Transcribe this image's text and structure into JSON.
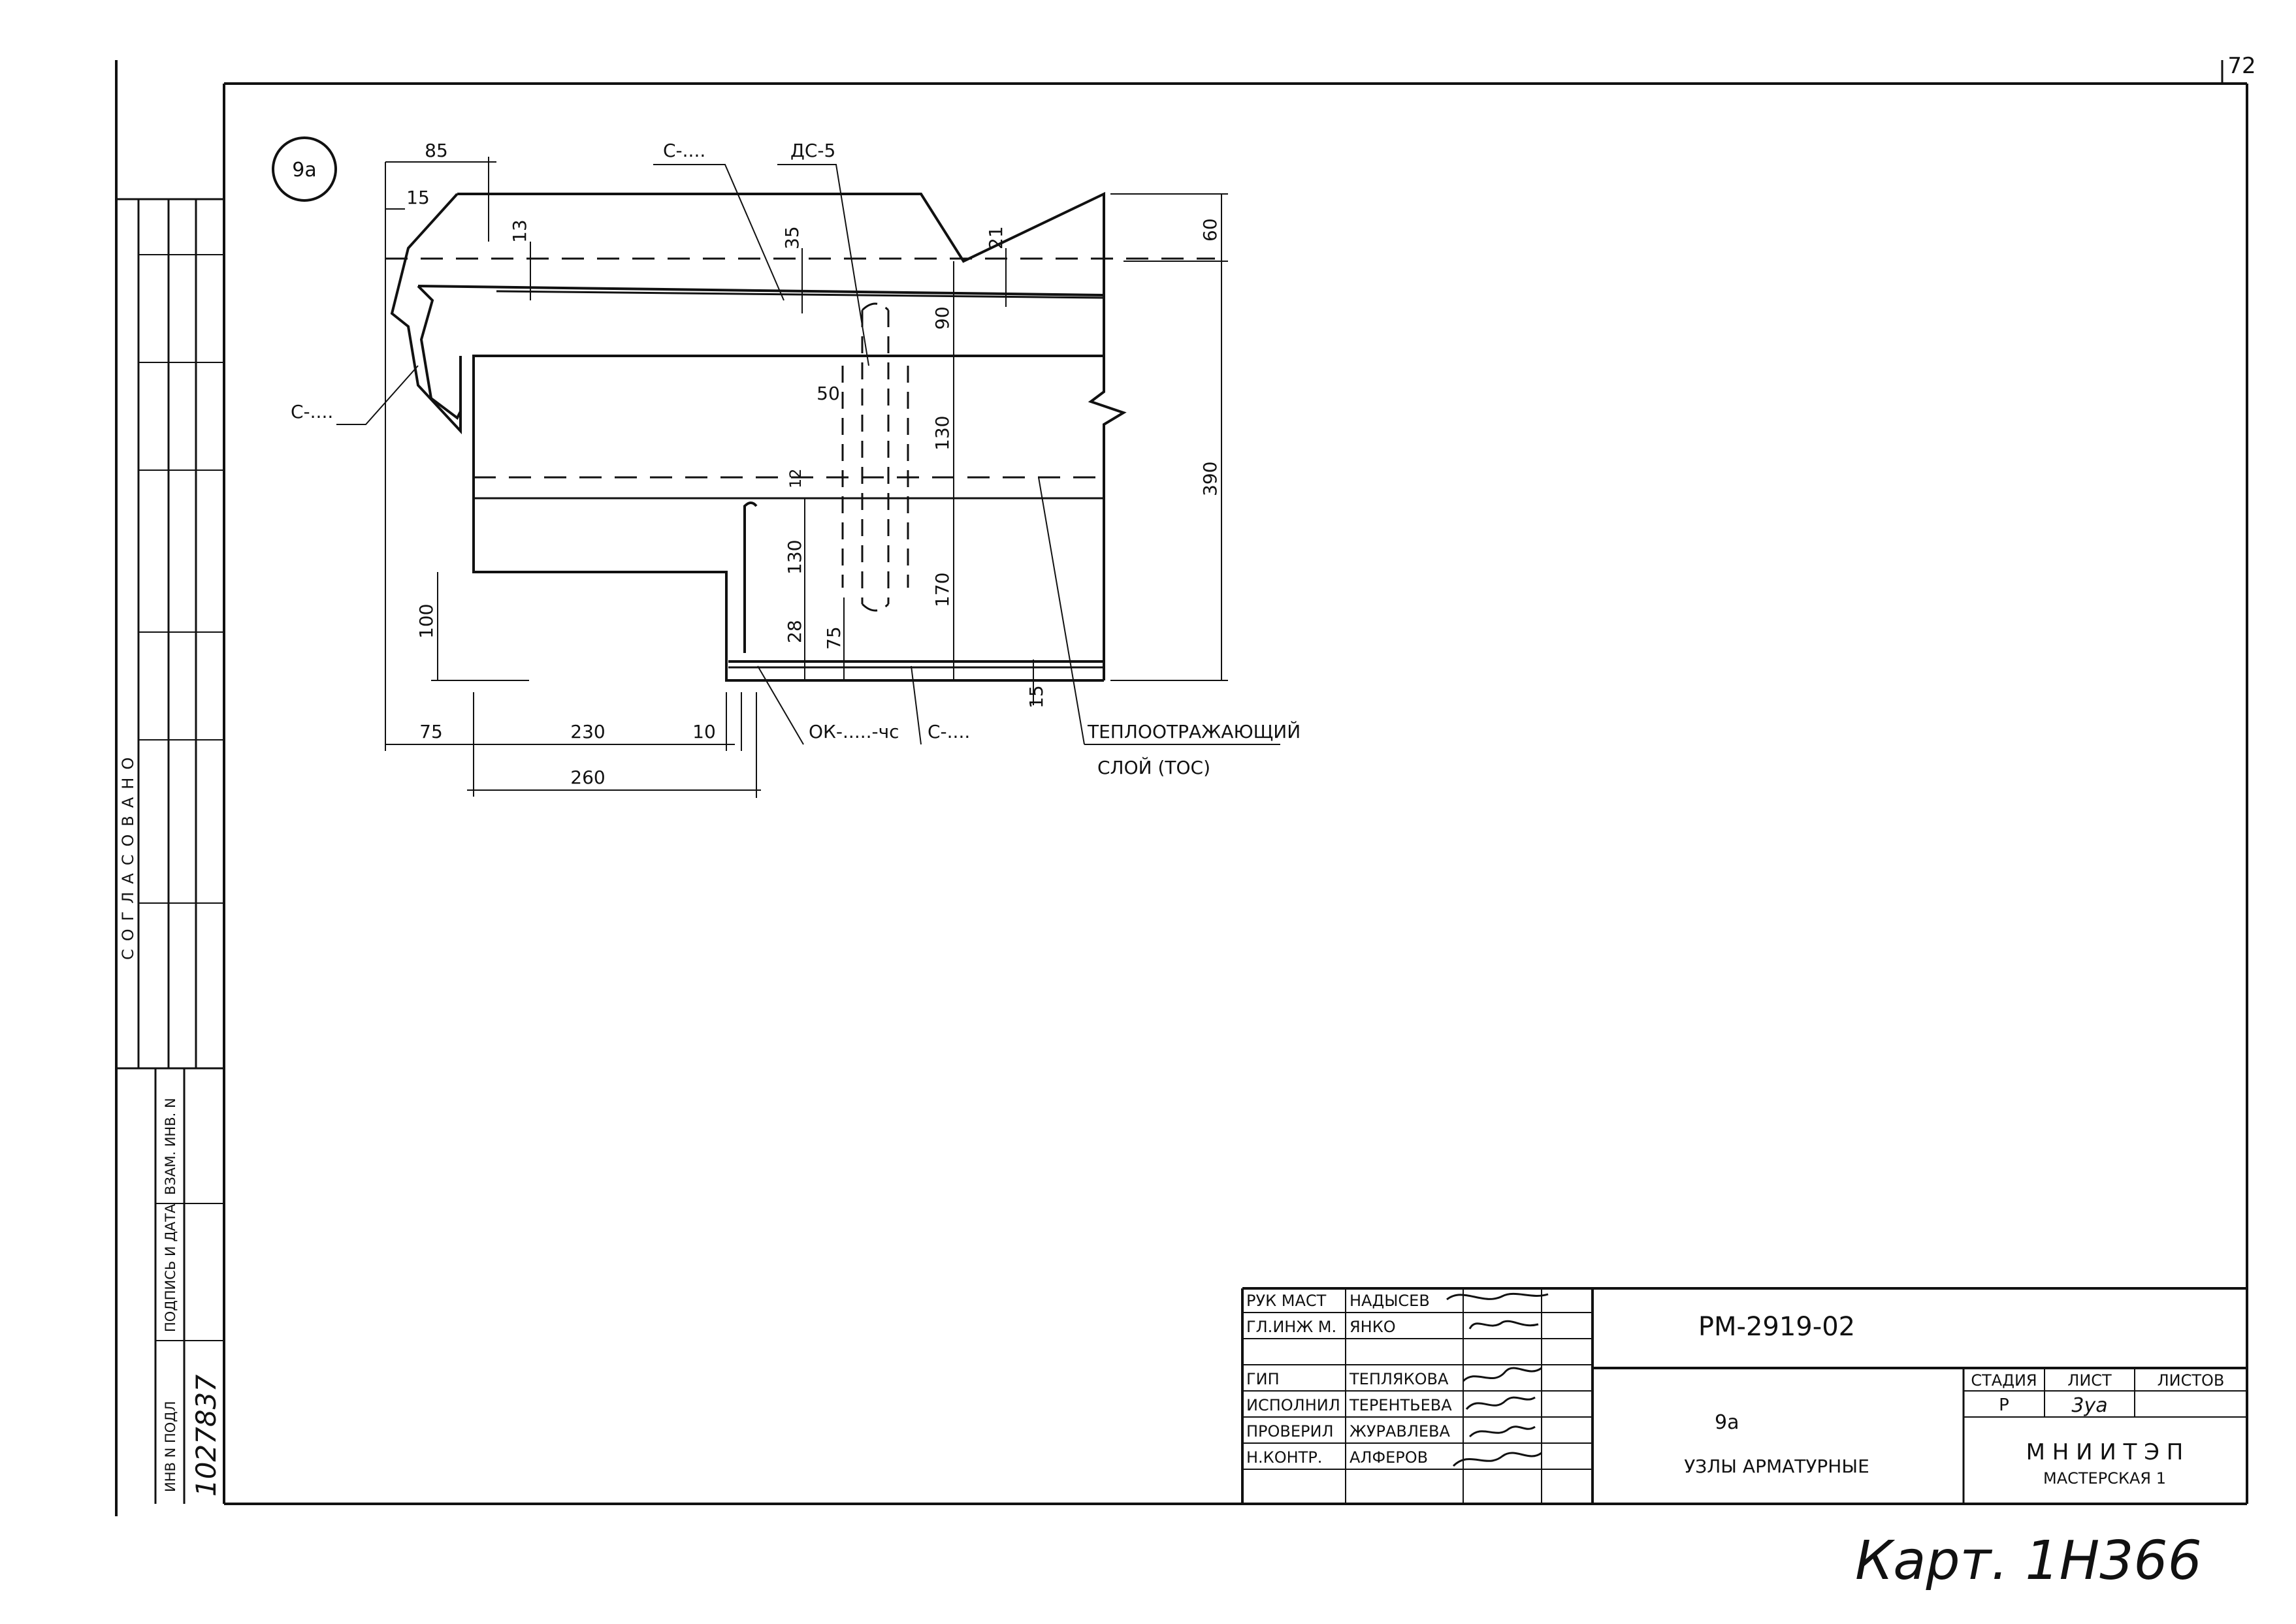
{
  "sheet": {
    "page_number": "72",
    "archive_note": "Карт. 1Н366"
  },
  "left_margin": {
    "approval_label": "СОГЛАСОВАНО",
    "stamp_labels": [
      "ИНВ N ПОДЛ",
      "ПОДПИСЬ И ДАТА",
      "ВЗАМ. ИНВ. N"
    ],
    "inventory_number": "1027837"
  },
  "drawing": {
    "detail_id": "9а",
    "dimensions": {
      "d85": "85",
      "d15_top": "15",
      "d13": "13",
      "d35": "35",
      "d21": "21",
      "d60": "60",
      "d90": "90",
      "d50": "50",
      "d130_upper": "130",
      "d390": "390",
      "d12": "12",
      "d130_lower": "130",
      "d170": "170",
      "d28": "28",
      "d75_vert": "75",
      "d100": "100",
      "d15_bottom": "15",
      "d75_horz": "75",
      "d230": "230",
      "d10": "10",
      "d260": "260"
    },
    "callouts": {
      "c_top": "С-....",
      "ds5": "ДС-5",
      "c_left": "С-....",
      "ok": "ОК-.....-чс",
      "c_bottom": "С-....",
      "insulation_line1": "ТЕПЛООТРАЖАЮЩИЙ",
      "insulation_line2": "СЛОЙ (ТОС)"
    }
  },
  "title_block": {
    "roles": [
      {
        "role": "РУК МАСТ",
        "name": "НАДЫСЕВ"
      },
      {
        "role": "ГЛ.ИНЖ М.",
        "name": "ЯНКО"
      },
      {
        "role": "",
        "name": ""
      },
      {
        "role": "ГИП",
        "name": "ТЕПЛЯКОВА"
      },
      {
        "role": "ИСПОЛНИЛ",
        "name": "ТЕРЕНТЬЕВА"
      },
      {
        "role": "ПРОВЕРИЛ",
        "name": "ЖУРАВЛЕВА"
      },
      {
        "role": "Н.КОНТР.",
        "name": "АЛФЕРОВ"
      }
    ],
    "document_code": "РМ-2919-02",
    "drawing_number": "9а",
    "drawing_title": "УЗЛЫ АРМАТУРНЫЕ",
    "stage_header": "СТАДИЯ",
    "sheet_header": "ЛИСТ",
    "sheets_header": "ЛИСТОВ",
    "stage_value": "Р",
    "sheet_value": "3уа",
    "sheets_value": "",
    "organization": "М Н И И Т Э П",
    "workshop": "МАСТЕРСКАЯ 1"
  }
}
